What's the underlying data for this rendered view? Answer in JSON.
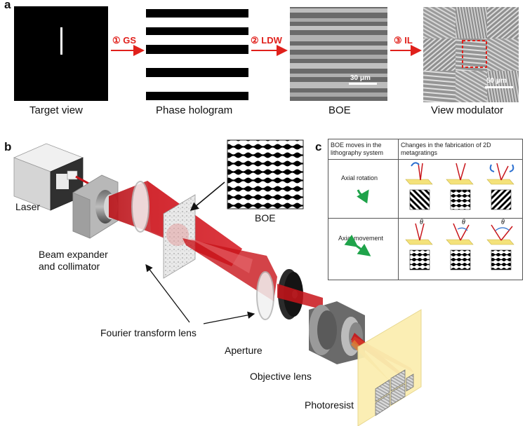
{
  "panel_a": {
    "letter": "a",
    "captions": {
      "target": "Target view",
      "hologram": "Phase hologram",
      "boe": "BOE",
      "modulator": "View modulator"
    },
    "steps": [
      {
        "num": "①",
        "text": "GS"
      },
      {
        "num": "②",
        "text": "LDW"
      },
      {
        "num": "③",
        "text": "IL"
      }
    ],
    "scale_boe": "30 μm",
    "scale_modulator": "50 μm"
  },
  "panel_b": {
    "letter": "b",
    "labels": {
      "laser": "Laser",
      "beam_expander_1": "Beam expander",
      "beam_expander_2": "and collimator",
      "boe": "BOE",
      "fourier": "Fourier transform lens",
      "aperture": "Aperture",
      "objective": "Objective lens",
      "photoresist": "Photoresist"
    }
  },
  "panel_c": {
    "letter": "c",
    "header_left_1": "BOE moves in the",
    "header_left_2": "lithography system",
    "header_right_1": "Changes in the fabrication of 2D",
    "header_right_2": "metagratings",
    "row1_label": "Axial rotation",
    "row2_label": "Axial movement",
    "theta": "θ"
  },
  "colors": {
    "arrow_red": "#e0201b",
    "beam_red": "#c8141a",
    "photoresist_yellow": "#fbeeb0",
    "icon_green": "#1fa34a"
  }
}
